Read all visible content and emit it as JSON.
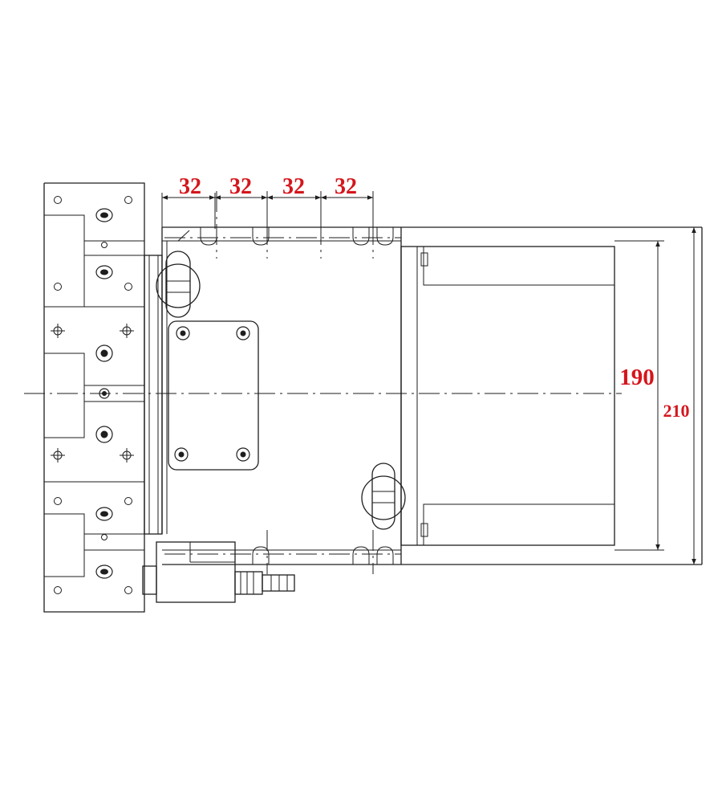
{
  "drawing": {
    "dimensions": {
      "pitch_labels": [
        "32",
        "32",
        "32",
        "32"
      ],
      "inner_height_label": "190",
      "outer_height_label": "210"
    },
    "colors": {
      "line": "#1e1e1e",
      "dimension_text": "#d4161c",
      "background": "#ffffff"
    }
  }
}
